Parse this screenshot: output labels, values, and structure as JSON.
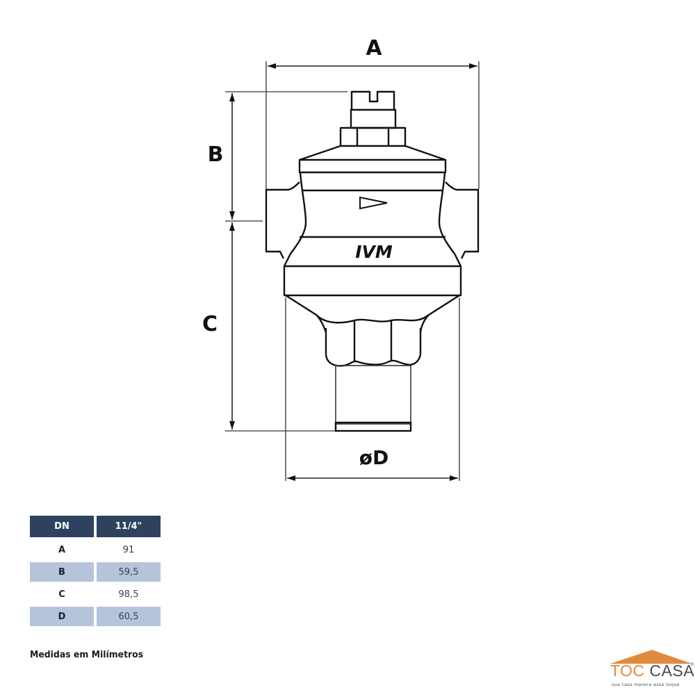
{
  "drawing": {
    "product_marking": "IVM",
    "flow_arrow": "flow-direction-arrow",
    "dimension_labels": {
      "A": "A",
      "B": "B",
      "C": "C",
      "D": "øD"
    }
  },
  "table": {
    "headers": [
      "DN",
      "11/4\""
    ],
    "rows": [
      {
        "key": "A",
        "value": "91",
        "shaded": false
      },
      {
        "key": "B",
        "value": "59,5",
        "shaded": true
      },
      {
        "key": "C",
        "value": "98,5",
        "shaded": false
      },
      {
        "key": "D",
        "value": "60,5",
        "shaded": true
      }
    ],
    "note": "Medidas em Milímetros"
  },
  "logo": {
    "brand_part1": "TOC",
    "brand_part2": "CASA",
    "registered": "®",
    "tagline": "sua casa merece esse toque"
  },
  "colors": {
    "table_header": "#2e4260",
    "table_shaded": "#b5c4db",
    "logo_orange": "#e08a40",
    "logo_gray": "#4a4a4a",
    "line": "#111111"
  }
}
